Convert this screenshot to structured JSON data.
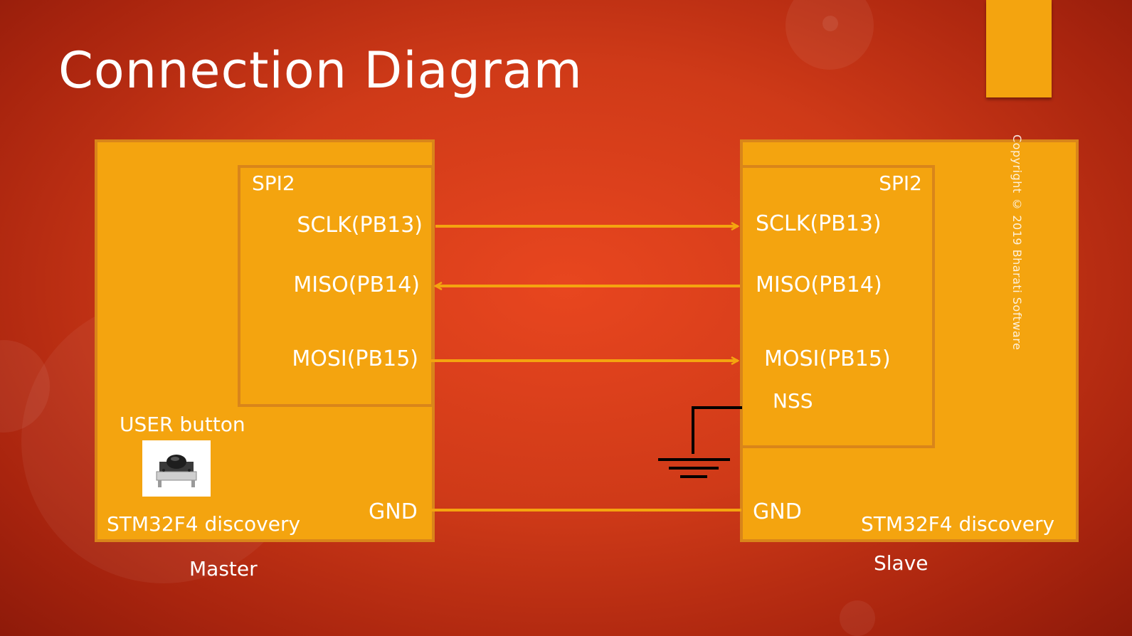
{
  "slide": {
    "title": "Connection Diagram",
    "copyright": "Copyright © 2019 Bharati Software"
  },
  "master": {
    "spi_label": "SPI2",
    "pins": {
      "sclk": "SCLK(PB13)",
      "miso": "MISO(PB14)",
      "mosi": "MOSI(PB15)",
      "gnd": "GND"
    },
    "user_button_label": "USER button",
    "board_name": "STM32F4 discovery",
    "role": "Master"
  },
  "slave": {
    "spi_label": "SPI2",
    "pins": {
      "sclk": "SCLK(PB13)",
      "miso": "MISO(PB14)",
      "mosi": "MOSI(PB15)",
      "nss": "NSS",
      "gnd": "GND"
    },
    "board_name": "STM32F4 discovery",
    "role": "Slave"
  },
  "connections": [
    {
      "from": "master.sclk",
      "to": "slave.sclk",
      "direction": "master-to-slave"
    },
    {
      "from": "slave.miso",
      "to": "master.miso",
      "direction": "slave-to-master"
    },
    {
      "from": "master.mosi",
      "to": "slave.mosi",
      "direction": "master-to-slave"
    },
    {
      "from": "master.gnd",
      "to": "slave.gnd",
      "direction": "none"
    },
    {
      "from": "slave.nss",
      "to": "ground-symbol",
      "direction": "none"
    }
  ],
  "colors": {
    "board_fill": "#f4a40f",
    "board_border": "#d9851a",
    "wire": "#f4a40f",
    "ground": "#000000",
    "text": "#ffffff"
  },
  "icons": {
    "user_button": "tactile-push-button-photo",
    "ground": "ground-symbol"
  }
}
